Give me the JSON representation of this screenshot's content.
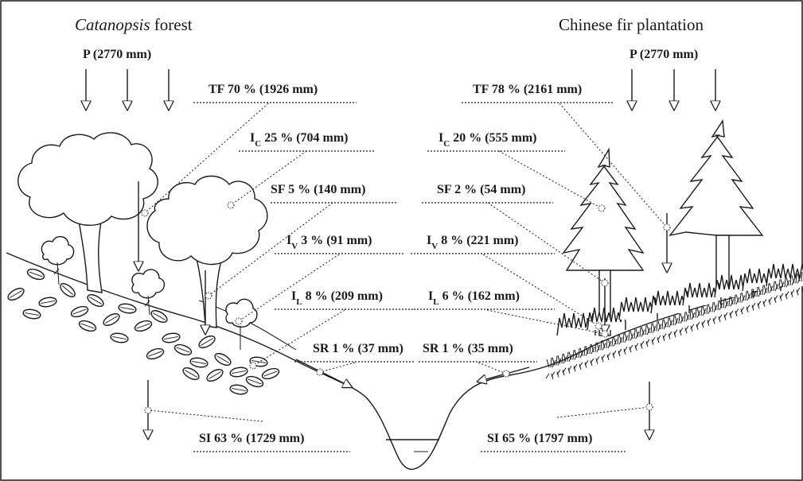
{
  "forests": {
    "left": {
      "name_italic": "Catanopsis",
      "name_rest": " forest",
      "precip": "P (2770 mm)",
      "labels": [
        {
          "id": "TF",
          "sym": "TF",
          "sub": "",
          "text": " 70 % (1926 mm)"
        },
        {
          "id": "IC",
          "sym": "I",
          "sub": "C",
          "text": " 25 % (704 mm)"
        },
        {
          "id": "SF",
          "sym": "SF",
          "sub": "",
          "text": " 5 % (140 mm)"
        },
        {
          "id": "IV",
          "sym": "I",
          "sub": "V",
          "text": " 3 % (91 mm)"
        },
        {
          "id": "IL",
          "sym": "I",
          "sub": "L",
          "text": " 8 % (209 mm)"
        },
        {
          "id": "SR",
          "sym": "SR",
          "sub": "",
          "text": " 1 % (37 mm)"
        },
        {
          "id": "SI",
          "sym": "SI",
          "sub": "",
          "text": " 63 % (1729 mm)"
        }
      ]
    },
    "right": {
      "name": "Chinese fir plantation",
      "precip": "P (2770 mm)",
      "labels": [
        {
          "id": "TF",
          "sym": "TF",
          "sub": "",
          "text": " 78 % (2161 mm)"
        },
        {
          "id": "IC",
          "sym": "I",
          "sub": "C",
          "text": " 20 % (555 mm)"
        },
        {
          "id": "SF",
          "sym": "SF",
          "sub": "",
          "text": " 2 % (54 mm)"
        },
        {
          "id": "IV",
          "sym": "I",
          "sub": "V",
          "text": " 8 % (221 mm)"
        },
        {
          "id": "IL",
          "sym": "I",
          "sub": "L",
          "text": " 6 % (162 mm)"
        },
        {
          "id": "SR",
          "sym": "SR",
          "sub": "",
          "text": " 1 % (35 mm)"
        },
        {
          "id": "SI",
          "sym": "SI",
          "sub": "",
          "text": " 65 % (1797 mm)"
        }
      ]
    }
  }
}
